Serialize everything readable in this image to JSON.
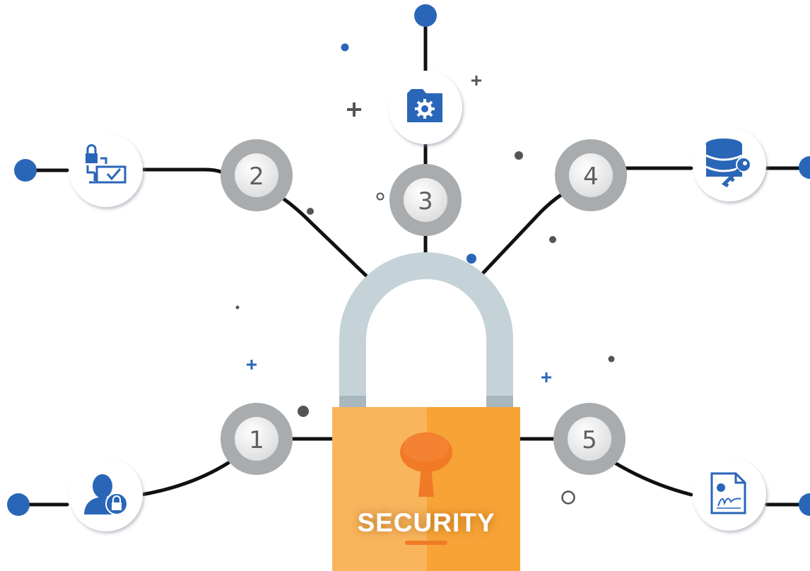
{
  "title": "SECURITY",
  "colors": {
    "accent_blue": "#2a66b8",
    "lock_body_light": "#f8b55c",
    "lock_body_dark": "#f7a336",
    "keyhole": "#f07a26",
    "shackle": "#c5d2d8",
    "node_gray": "#a9acae",
    "line": "#111111"
  },
  "steps": [
    {
      "number": "1",
      "icon": "user-lock-icon"
    },
    {
      "number": "2",
      "icon": "network-check-icon"
    },
    {
      "number": "3",
      "icon": "folder-settings-icon"
    },
    {
      "number": "4",
      "icon": "database-key-icon"
    },
    {
      "number": "5",
      "icon": "signed-document-icon"
    }
  ]
}
